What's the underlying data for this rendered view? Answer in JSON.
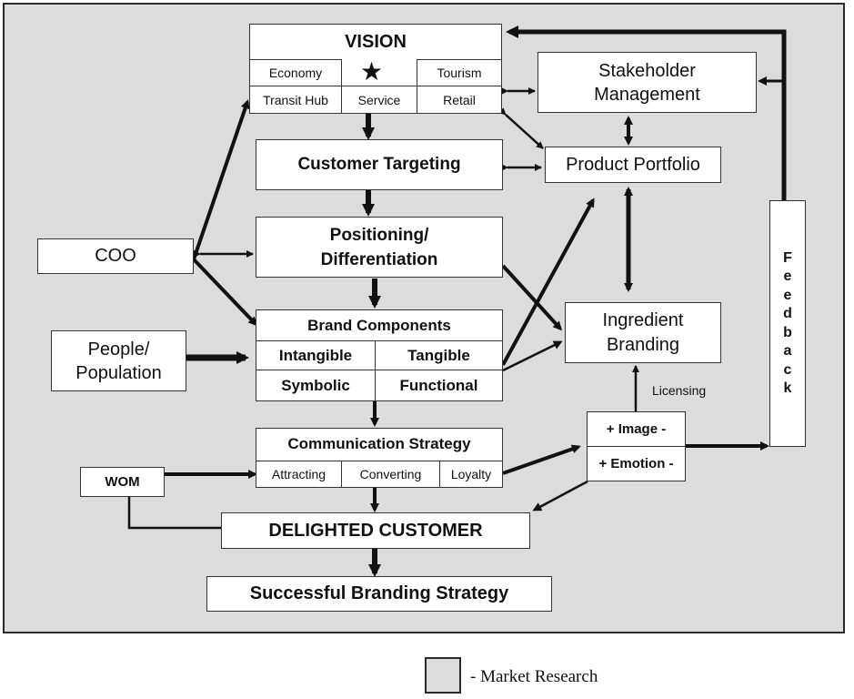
{
  "diagram": {
    "vision": {
      "title": "VISION",
      "cells": [
        "Economy",
        "Tourism",
        "Transit Hub",
        "Service",
        "Retail"
      ],
      "star": "★"
    },
    "stakeholder_management": "Stakeholder Management",
    "product_portfolio": "Product Portfolio",
    "customer_targeting": "Customer Targeting",
    "positioning": "Positioning/ Differentiation",
    "coo": "COO",
    "brand_components": {
      "title": "Brand Components",
      "cells": [
        "Intangible",
        "Tangible",
        "Symbolic",
        "Functional"
      ]
    },
    "people_population": "People/ Population",
    "ingredient_branding": "Ingredient Branding",
    "licensing_label": "Licensing",
    "image_emotion": [
      "+ Image -",
      "+ Emotion -"
    ],
    "feedback": "Feedback",
    "communication_strategy": {
      "title": "Communication Strategy",
      "cells": [
        "Attracting",
        "Converting",
        "Loyalty"
      ]
    },
    "wom": "WOM",
    "delighted_customer": "DELIGHTED CUSTOMER",
    "successful_branding": "Successful Branding Strategy"
  },
  "legend": {
    "label": "- Market Research",
    "swatch_color": "#dcdcdc"
  }
}
